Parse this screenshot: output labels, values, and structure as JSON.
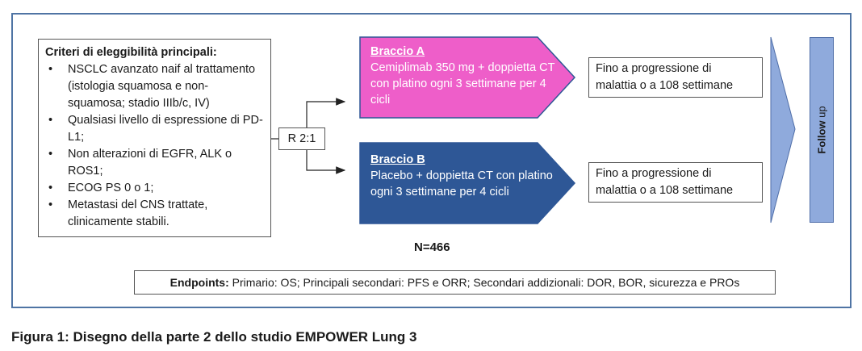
{
  "criteria": {
    "title": "Criteri di eleggibilità principali:",
    "items": [
      "NSCLC avanzato naif al trattamento (istologia squamosa e non-squamosa; stadio IIIb/c, IV)",
      "Qualsiasi livello di espressione di PD-L1;",
      "Non alterazioni di EGFR, ALK o ROS1;",
      "ECOG PS 0 o 1;",
      "Metastasi del CNS trattate, clinicamente stabili."
    ]
  },
  "randomization": "R 2:1",
  "arm_a": {
    "title": "Braccio A",
    "text": "Cemiplimab 350 mg + doppietta CT con platino ogni 3 settimane per 4 cicli",
    "color": "#ee5ec9"
  },
  "arm_b": {
    "title": "Braccio B",
    "text": "Placebo + doppietta CT con platino ogni 3 settimane per 4 cicli",
    "color": "#2e5796"
  },
  "outcome_a": "Fino a progressione di malattia o a 108 settimane",
  "outcome_b": "Fino a progressione di malattia o a 108 settimane",
  "follow_up": {
    "bold": "Follow",
    "rest": " up"
  },
  "n_label": "N=466",
  "endpoints": {
    "label": "Endpoints:",
    "text": " Primario: OS; Principali secondari: PFS e ORR; Secondari addizionali: DOR, BOR, sicurezza e PROs"
  },
  "caption": "Figura 1: Disegno della parte 2 dello studio EMPOWER Lung 3",
  "colors": {
    "frame": "#4f74a4",
    "follow_fill": "#8faadc",
    "triangle_fill": "#8faadc"
  }
}
